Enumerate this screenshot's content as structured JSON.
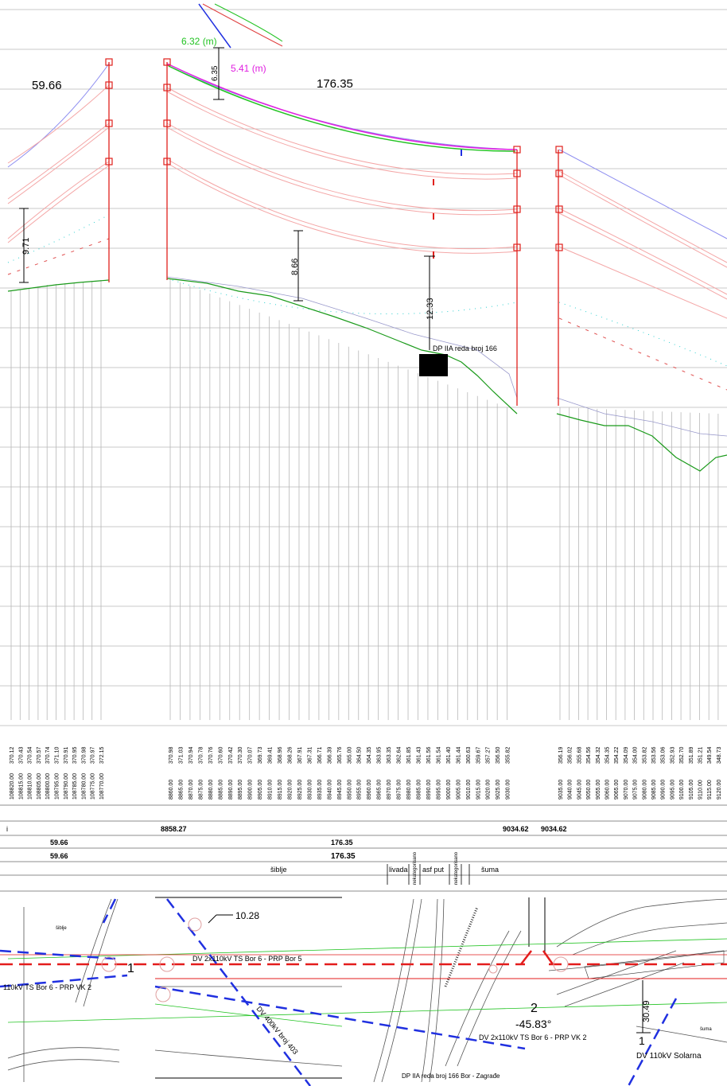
{
  "profile": {
    "span_labels": [
      "59.66",
      "176.35"
    ],
    "clearances": {
      "green_m": "6.32 (m)",
      "magenta_m": "5.41 (m)",
      "top_dim": "6.35",
      "left_dim": "9.71",
      "mid_dim": "8.66",
      "object_dim": "12.33"
    },
    "crossing_object": "DP IIA reda broj 166",
    "elevations_left": [
      "370.12",
      "370.43",
      "370.54",
      "370.57",
      "370.74",
      "371.10",
      "370.91",
      "370.95",
      "370.98",
      "370.97",
      "372.15"
    ],
    "elevations_mid": [
      "370.98",
      "371.03",
      "370.94",
      "370.78",
      "370.76",
      "370.60",
      "370.42",
      "370.30",
      "370.07",
      "369.73",
      "369.41",
      "368.96",
      "368.26",
      "367.91",
      "367.31",
      "366.71",
      "366.39",
      "365.76",
      "365.00",
      "364.50",
      "364.35",
      "363.95",
      "363.35",
      "362.64",
      "361.85",
      "361.43",
      "361.56",
      "361.54",
      "361.40",
      "361.44",
      "360.63",
      "359.67",
      "357.27",
      "356.50",
      "355.82"
    ],
    "elevations_right": [
      "356.19",
      "356.02",
      "355.68",
      "354.56",
      "354.32",
      "354.35",
      "354.22",
      "354.09",
      "354.00",
      "353.82",
      "353.56",
      "353.06",
      "352.93",
      "352.70",
      "351.89",
      "351.21",
      "349.54",
      "348.73"
    ],
    "stations_left": [
      "108820.00",
      "108815.00",
      "108810.00",
      "108805.00",
      "108800.00",
      "108795.00",
      "108790.00",
      "108785.00",
      "108780.00",
      "108775.00",
      "108770.00"
    ],
    "stations_mid": [
      "8860.00",
      "8865.00",
      "8870.00",
      "8875.00",
      "8880.00",
      "8885.00",
      "8890.00",
      "8895.00",
      "8900.00",
      "8905.00",
      "8910.00",
      "8915.00",
      "8920.00",
      "8925.00",
      "8930.00",
      "8935.00",
      "8940.00",
      "8945.00",
      "8950.00",
      "8955.00",
      "8960.00",
      "8965.00",
      "8970.00",
      "8975.00",
      "8980.00",
      "8985.00",
      "8990.00",
      "8995.00",
      "9000.00",
      "9005.00",
      "9010.00",
      "9015.00",
      "9020.00",
      "9025.00",
      "9030.00"
    ],
    "stations_right": [
      "9035.00",
      "9040.00",
      "9045.00",
      "9050.00",
      "9055.00",
      "9060.00",
      "9065.00",
      "9070.00",
      "9075.00",
      "9080.00",
      "9085.00",
      "9090.00",
      "9095.00",
      "9100.00",
      "9105.00",
      "9110.00",
      "9115.00",
      "9120.00"
    ]
  },
  "table": {
    "left_marker": "i",
    "chainage_1": "8858.27",
    "chainage_2": "9034.62",
    "chainage_3": "9034.62",
    "row1_left": "59.66",
    "row1_mid": "176.35",
    "row2_left": "59.66",
    "row2_mid": "176.35",
    "land_use": [
      "šiblje",
      "livada",
      "nekategorisano",
      "asf put",
      "nekategorisano",
      "šuma"
    ]
  },
  "plan": {
    "dim_top": "10.28",
    "line_main": "DV 2x110kV TS Bor 6 - PRP Bor 5",
    "line_left": "110kV TS Bor 6 - PRP VK 2",
    "line_400": "DV 400kV broj 403",
    "line_lower": "DV 2x110kV TS Bor 6 - PRP VK 2",
    "crossing": "DP IIA reda broj 166 Bor - Zagrađe",
    "tower_1": "1",
    "tower_2": "2",
    "angle": "-45.83°",
    "dim_right": "30.49",
    "marker_1": "1",
    "line_solarna": "DV 110kV Solarna",
    "small_label": "šiblje",
    "small_label_2": "šuma"
  },
  "colors": {
    "tower": "#e0201c",
    "ground": "#1a9a1a",
    "conductor_pink": "#f4a6a6",
    "conductor_blue": "#8e8ef0",
    "green_curve": "#22c322",
    "magenta_curve": "#e020e0",
    "cyan": "#2fd0d0",
    "plan_red": "#e31c1c",
    "plan_blue": "#2030e0"
  }
}
